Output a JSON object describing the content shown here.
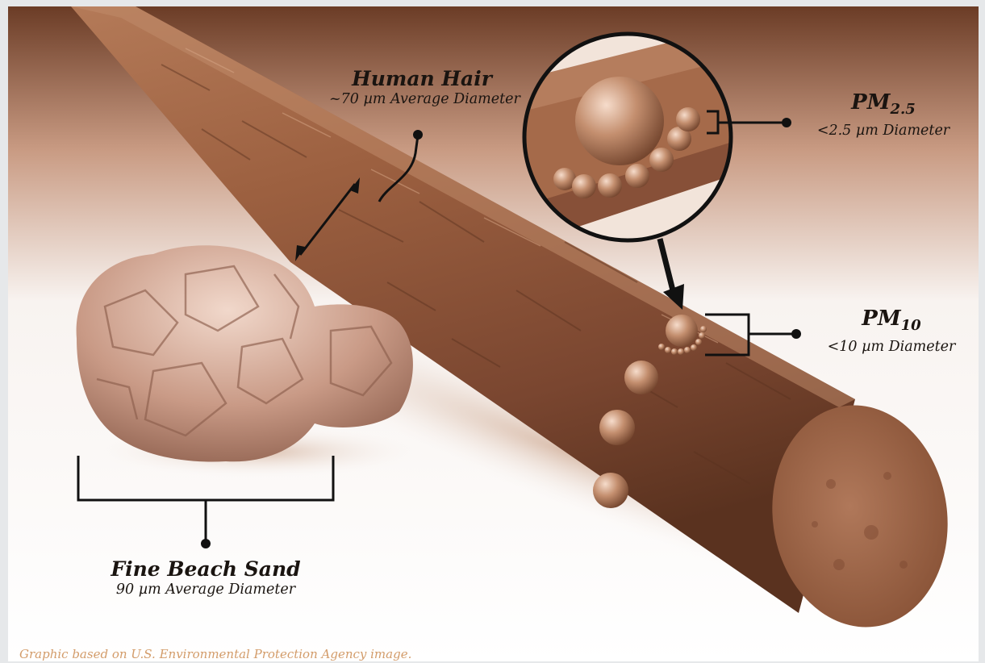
{
  "labels": {
    "human_hair": {
      "title": "Human Hair",
      "subtitle": "~70 µm Average Diameter"
    },
    "pm25": {
      "title_main": "PM",
      "title_sub": "2.5",
      "subtitle": "<2.5 µm Diameter"
    },
    "pm10": {
      "title_main": "PM",
      "title_sub": "10",
      "subtitle": "<10 µm Diameter"
    },
    "sand": {
      "title": "Fine Beach Sand",
      "subtitle": "90 µm Average Diameter"
    }
  },
  "credit": "Graphic based on U.S. Environmental Protection Agency image.",
  "colors": {
    "hair": "#9a5e3e",
    "hair_dark": "#5c3320",
    "sand": "#c79a86",
    "particle": "#c48f6f",
    "frame_top": "#7a4a32",
    "credit": "#d39c6a"
  }
}
